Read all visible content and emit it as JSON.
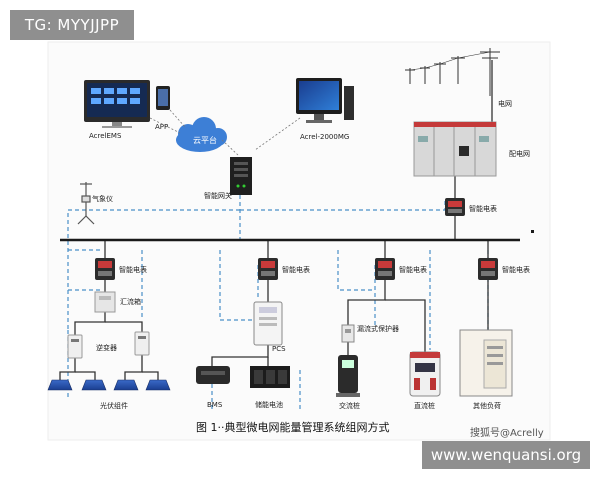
{
  "overlays": {
    "top_watermark": "TG: MYYJJPP",
    "bottom_watermark": "www.wenquansi.org"
  },
  "labels": {
    "acrelems": "AcrelEMS",
    "app": "APP",
    "cloud": "云平台",
    "acrel2000": "Acrel-2000MG",
    "gateway": "智能网关",
    "grid": "电网",
    "distribution": "配电网",
    "weather": "气象仪",
    "meter_main": "智能电表",
    "meter1": "智能电表",
    "meter2": "智能电表",
    "meter3": "智能电表",
    "meter4": "智能电表",
    "combiner": "汇流箱",
    "inverter": "逆变器",
    "pv": "光伏组件",
    "pcs": "PCS",
    "bms": "BMS",
    "battery": "储能电池",
    "protector": "漏流式保护器",
    "ac_pile": "交流桩",
    "dc_pile": "直流桩",
    "other_load": "其他负荷"
  },
  "caption": "图 1··典型微电网能量管理系统组网方式",
  "credit": "搜狐号@Acrelly",
  "colors": {
    "bus_line": "#1a1a1a",
    "link_dashed": "#4a90c8",
    "cable": "#333333"
  }
}
